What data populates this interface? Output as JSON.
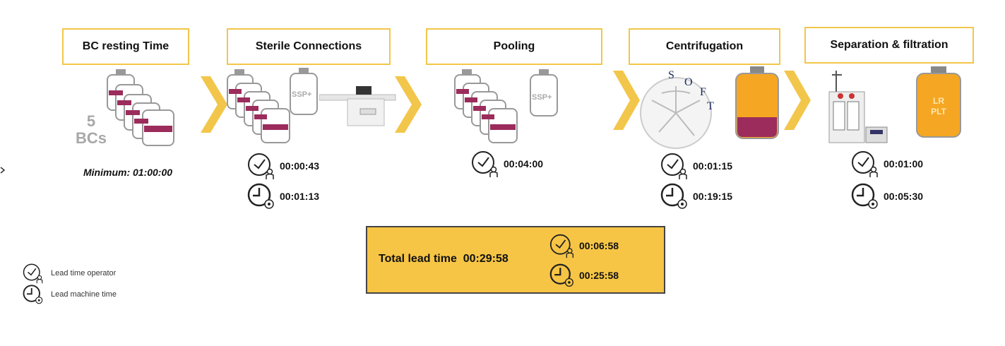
{
  "steps": [
    {
      "label": "BC resting Time"
    },
    {
      "label": "Sterile Connections"
    },
    {
      "label": "Pooling"
    },
    {
      "label": "Centrifugation"
    },
    {
      "label": "Separation & filtration"
    }
  ],
  "bc_resting": {
    "count_number": "5",
    "count_unit": "BCs",
    "minimum": "Minimum: 01:00:00"
  },
  "sterile": {
    "operator_time": "00:00:43",
    "machine_time": "00:01:13",
    "bag_label": "SSP+"
  },
  "pooling": {
    "operator_time": "00:04:00",
    "bag_label": "SSP+"
  },
  "centrifugation": {
    "operator_time": "00:01:15",
    "machine_time": "00:19:15",
    "soft_letters": [
      "S",
      "O",
      "F",
      "T"
    ]
  },
  "separation": {
    "operator_time": "00:01:00",
    "machine_time": "00:05:30",
    "bag_label_line1": "LR",
    "bag_label_line2": "PLT"
  },
  "total": {
    "label": "Total lead time",
    "value": "00:29:58",
    "operator_time": "00:06:58",
    "machine_time": "00:25:58"
  },
  "legend": {
    "operator": "Lead time operator",
    "machine": "Lead machine time"
  },
  "colors": {
    "accent": "#f2c64a",
    "total_bg": "#f7c545",
    "plasma": "#9b2c5c",
    "platelet": "#f5a623"
  }
}
